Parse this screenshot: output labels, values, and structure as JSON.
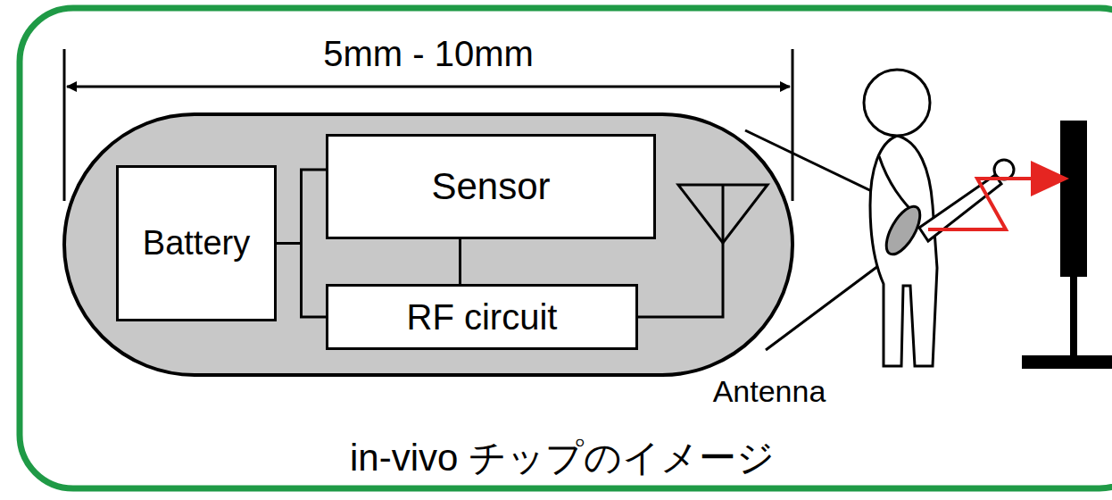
{
  "diagram": {
    "caption": "in-vivo チップのイメージ",
    "nodes": [
      {
        "text": [
          "Battery"
        ]
      },
      {
        "text": [
          "Sensor"
        ]
      },
      {
        "text": [
          "RF circuit"
        ]
      }
    ],
    "edges": [
      {
        "from": 0,
        "to": 1,
        "arrow": "none"
      },
      {
        "from": 0,
        "to": 2,
        "arrow": "none"
      },
      {
        "from": 1,
        "to": 2,
        "arrow": "none"
      }
    ],
    "labels": [
      "5mm - 10mm",
      "Antenna"
    ]
  }
}
